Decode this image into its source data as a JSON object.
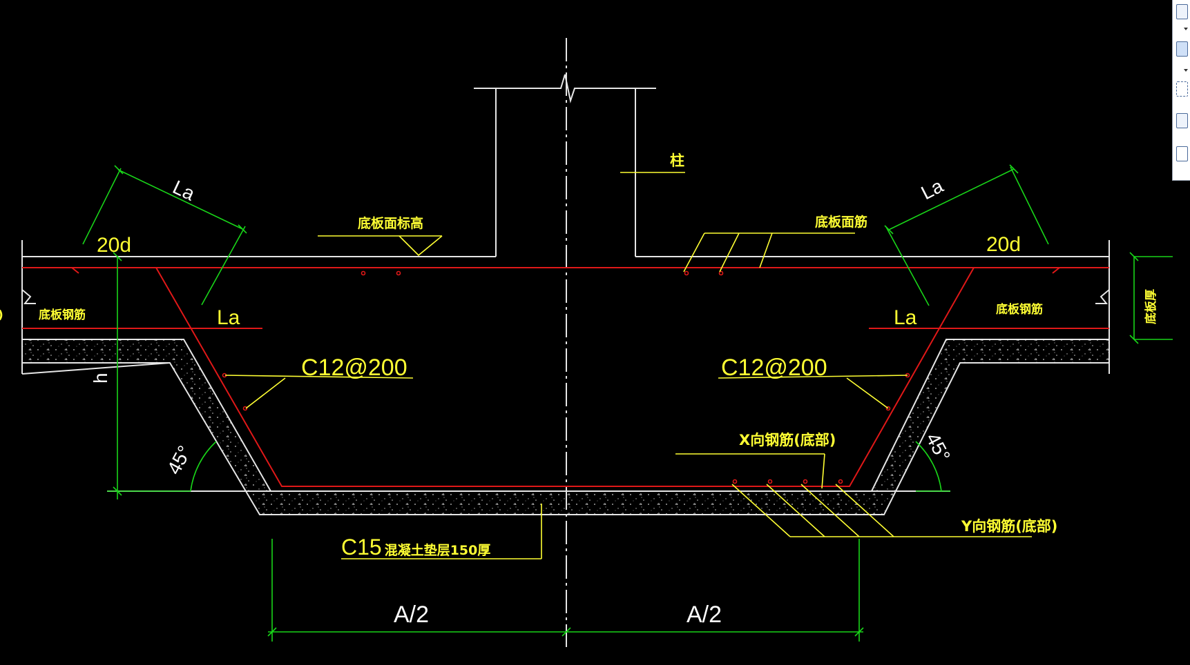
{
  "labels": {
    "column": "柱",
    "slab_top_elevation": "底板面标高",
    "slab_top_rebar": "底板面筋",
    "slab_bottom_rebar_left": "底板钢筋",
    "slab_bottom_rebar_right": "底板钢筋",
    "slab_thickness": "底板厚",
    "anchor_la_diag_left": "La",
    "anchor_la_diag_right": "La",
    "anchor_la_left": "La",
    "anchor_la_right": "La",
    "lap_20d_left": "20d",
    "lap_20d_right": "20d",
    "slope_rebar_left": "C12@200",
    "slope_rebar_right": "C12@200",
    "x_rebar_bottom": "X向钢筋(底部)",
    "y_rebar_bottom": "Y向钢筋(底部)",
    "cushion": "C15",
    "cushion_suffix": "混凝土垫层150厚",
    "angle_left": "45°",
    "angle_right": "45°",
    "depth": "h",
    "half_width_left": "A/2",
    "half_width_right": "A/2",
    "left_edge_partial": "筋)"
  },
  "colors": {
    "background": "#000000",
    "outline": "#e6e6e6",
    "rebar": "#e01818",
    "dimension": "#19d619",
    "annotation": "#ffff33"
  },
  "palette": {
    "icons": [
      "window-icon",
      "folder-icon",
      "select-icon",
      "cube-icon",
      "list-icon"
    ]
  }
}
